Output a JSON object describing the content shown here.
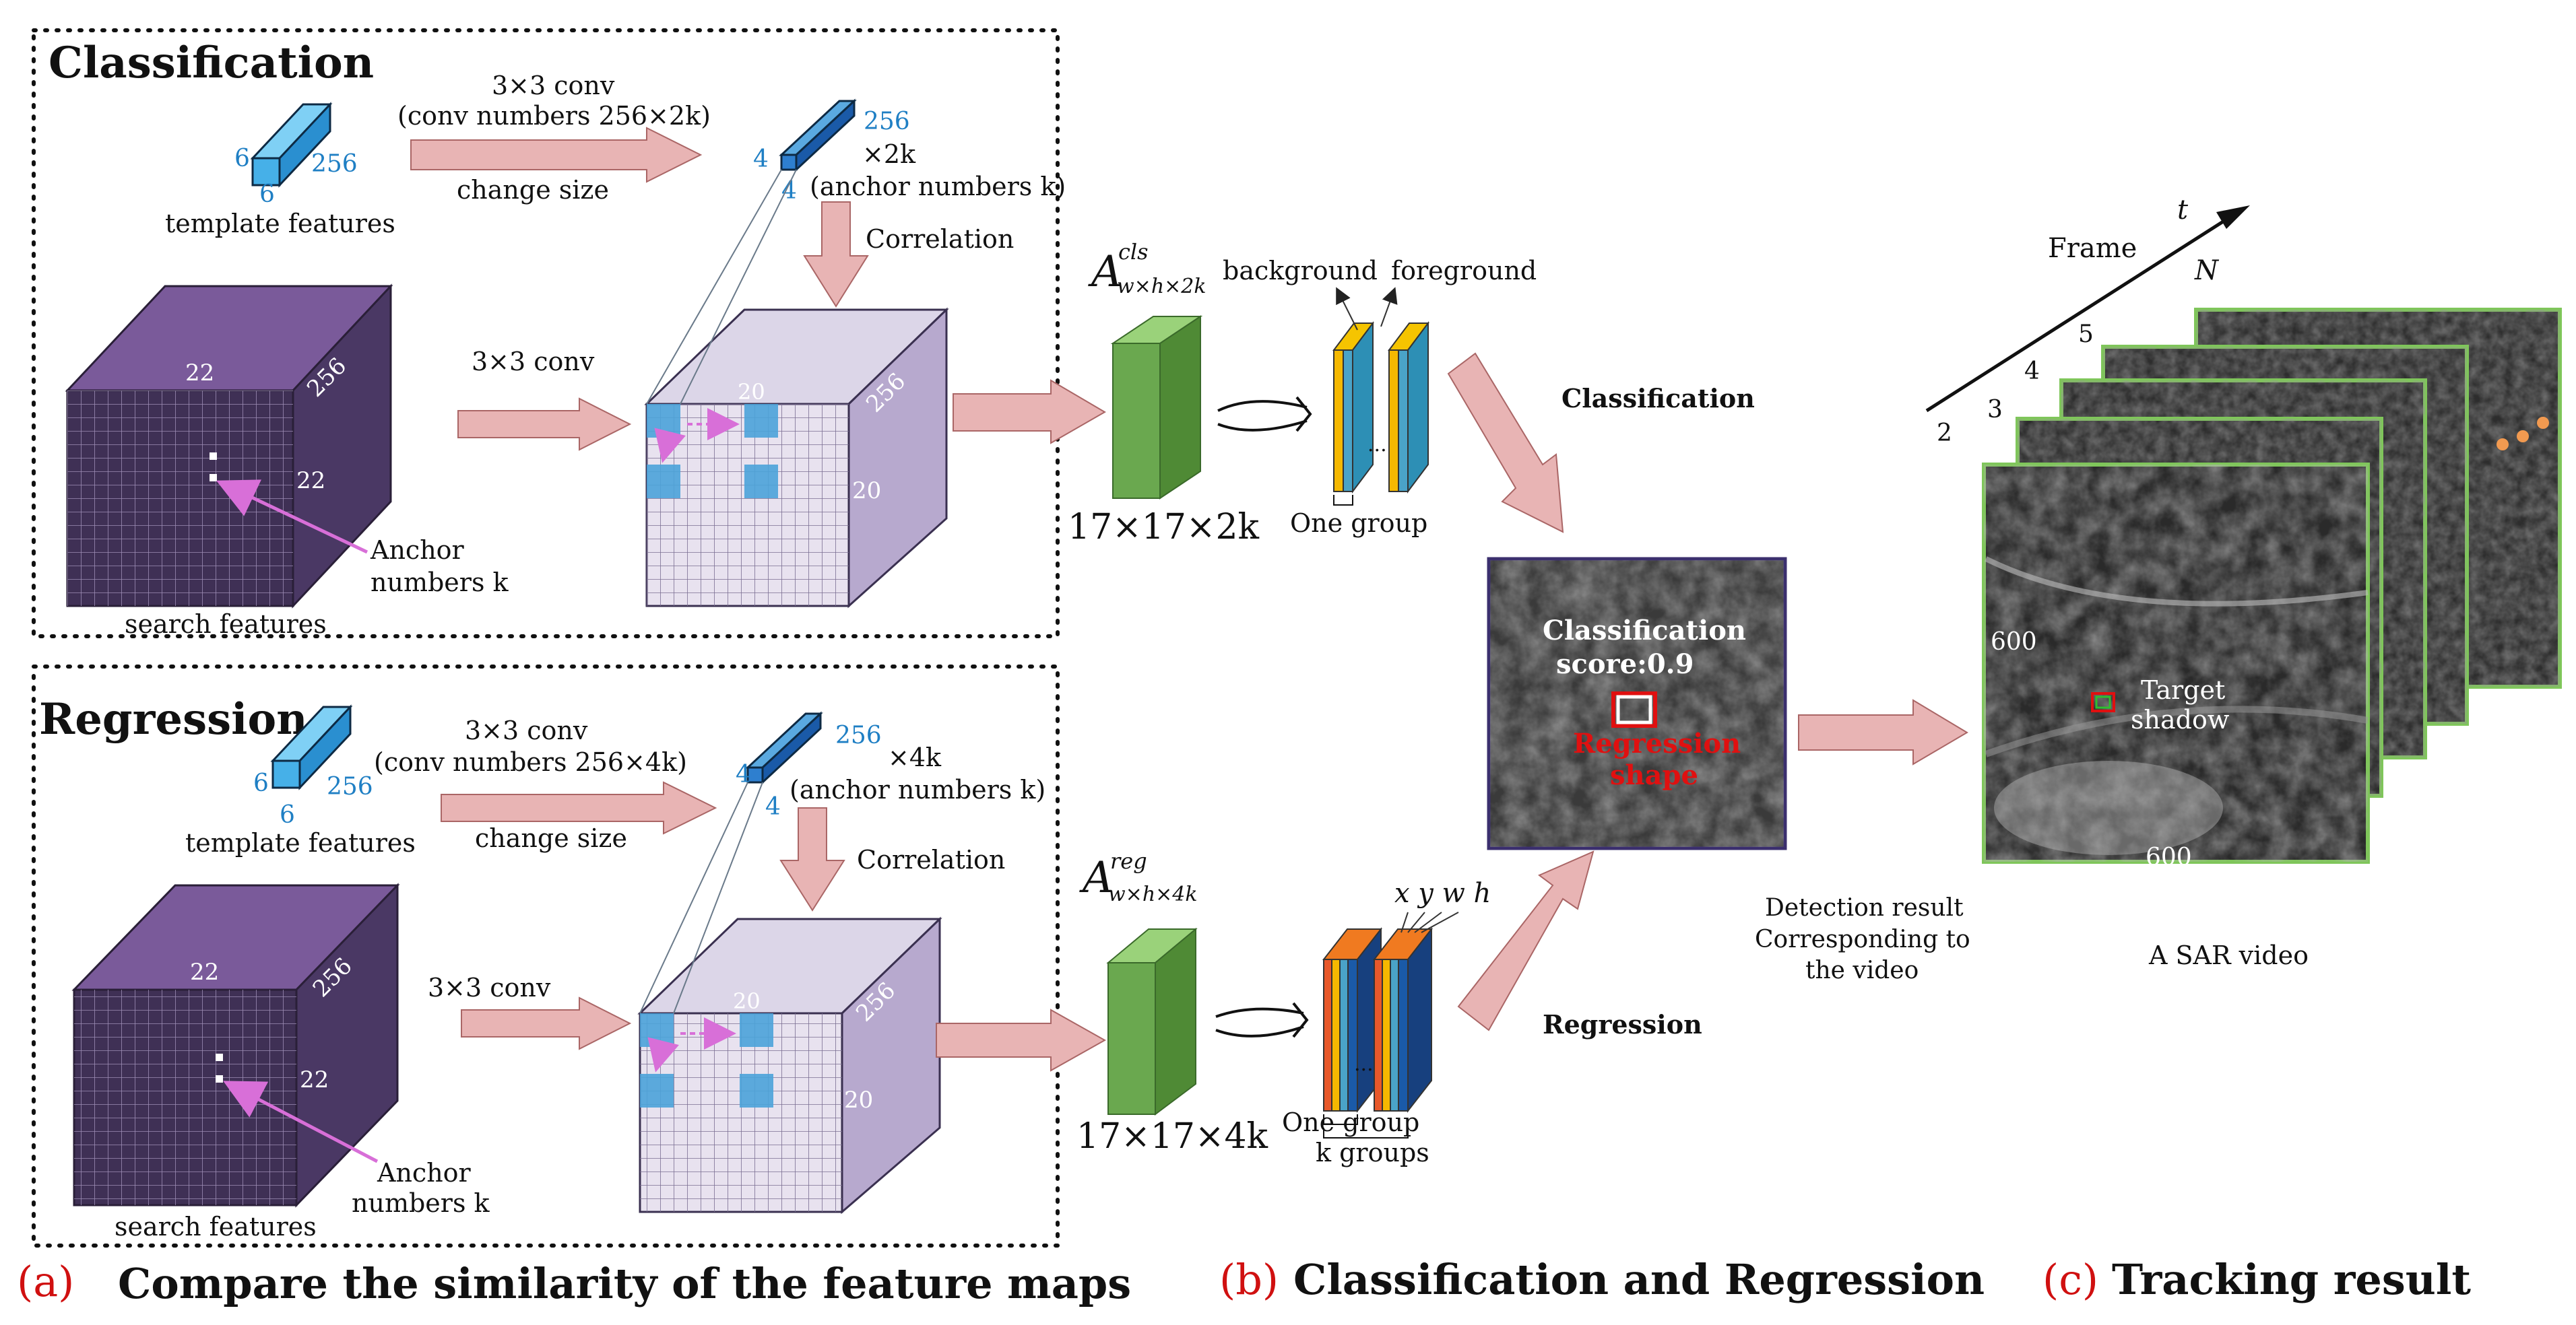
{
  "panel_a": {
    "cls": {
      "title": "Classification",
      "conv1_line1": "3×3 conv",
      "conv1_line2": "(conv numbers 256×2k)",
      "change_size": "change size",
      "template_dims": [
        "6",
        "256",
        "6"
      ],
      "template_label": "template features",
      "kernel_dims": [
        "4",
        "256",
        "4"
      ],
      "kernel_mult": "×2k",
      "anchor_numbers": "(anchor numbers k)",
      "correlation": "Correlation",
      "conv2": "3×3 conv",
      "search_dims": [
        "22",
        "256",
        "22"
      ],
      "search_label": "search features",
      "anchor_label_1": "Anchor",
      "anchor_label_2": "numbers  k",
      "response_dims": [
        "20",
        "256",
        "20"
      ]
    },
    "reg": {
      "title": "Regression",
      "conv1_line1": "3×3 conv",
      "conv1_line2": "(conv numbers 256×4k)",
      "change_size": "change size",
      "template_dims": [
        "6",
        "256",
        "6"
      ],
      "template_label": "template features",
      "kernel_dims": [
        "4",
        "256",
        "4"
      ],
      "kernel_mult": "×4k",
      "anchor_numbers": "(anchor numbers k)",
      "correlation": "Correlation",
      "conv2": "3×3 conv",
      "search_dims": [
        "22",
        "256",
        "22"
      ],
      "search_label": "search features",
      "anchor_label_1": "Anchor",
      "anchor_label_2": "numbers  k",
      "response_dims": [
        "20",
        "256",
        "20"
      ]
    },
    "caption_letter": "(a)",
    "caption": "Compare the similarity of the feature maps"
  },
  "panel_b": {
    "cls_symbol": "A",
    "cls_sup": "cls",
    "cls_sub": "w×h×2k",
    "cls_size": "17×17×2k",
    "background": "background",
    "foreground": "foreground",
    "one_group": "One group",
    "classification": "Classification",
    "score_line1": "Classification",
    "score_line2": "score:0.9",
    "shape_line1": "Regression",
    "shape_line2": "shape",
    "reg_symbol": "A",
    "reg_sup": "reg",
    "reg_sub": "w×h×4k",
    "reg_size": "17×17×4k",
    "xywh": "x y w h",
    "one_group_reg": "One group",
    "k_groups": "k groups",
    "regression": "Regression",
    "caption_letter": "(b)",
    "caption": "Classification and Regression"
  },
  "panel_c": {
    "frame": "Frame",
    "t": "t",
    "n": "N",
    "frame_numbers": [
      "2",
      "3",
      "4",
      "5"
    ],
    "range_left": "600",
    "range_bottom": "600",
    "target_line1": "Target",
    "target_line2": "shadow",
    "detection_line1": "Detection result",
    "detection_line2": "Corresponding to",
    "detection_line3": "the video",
    "sar_video": "A SAR video",
    "caption_letter": "(c)",
    "caption": "Tracking result"
  },
  "colors": {
    "purple_dark": "#3f3055",
    "purple_top": "#7a5a9a",
    "purple_light": "#d9d3e6",
    "arrow_fill": "#e8b4b4",
    "green": "#6aa84f",
    "blue_cell": "#4ba3d9",
    "caption_red": "#d01010",
    "frame_green": "#7fc65a"
  }
}
